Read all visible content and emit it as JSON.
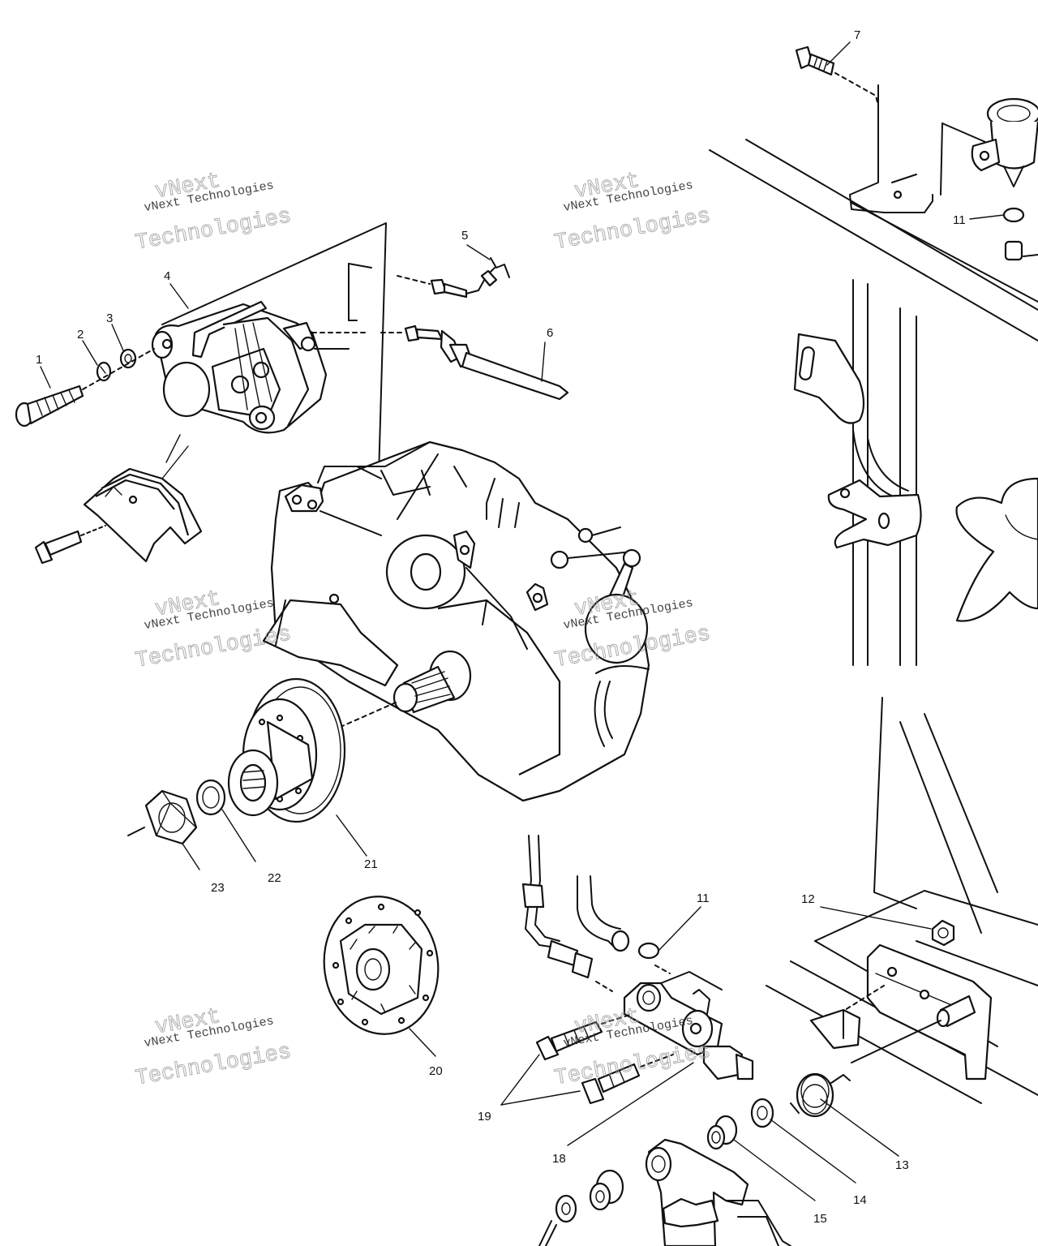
{
  "watermark": {
    "top_line": "vNext",
    "small_line": "vNext Technologies",
    "big_line": "Technologies"
  },
  "callouts": {
    "c1": "1",
    "c2": "2",
    "c3": "3",
    "c4": "4",
    "c5": "5",
    "c6": "6",
    "c7": "7",
    "c11a": "11",
    "c11b": "11",
    "c12": "12",
    "c13": "13",
    "c14": "14",
    "c15": "15",
    "c18": "18",
    "c19": "19",
    "c20": "20",
    "c21": "21",
    "c22": "22",
    "c23": "23"
  }
}
